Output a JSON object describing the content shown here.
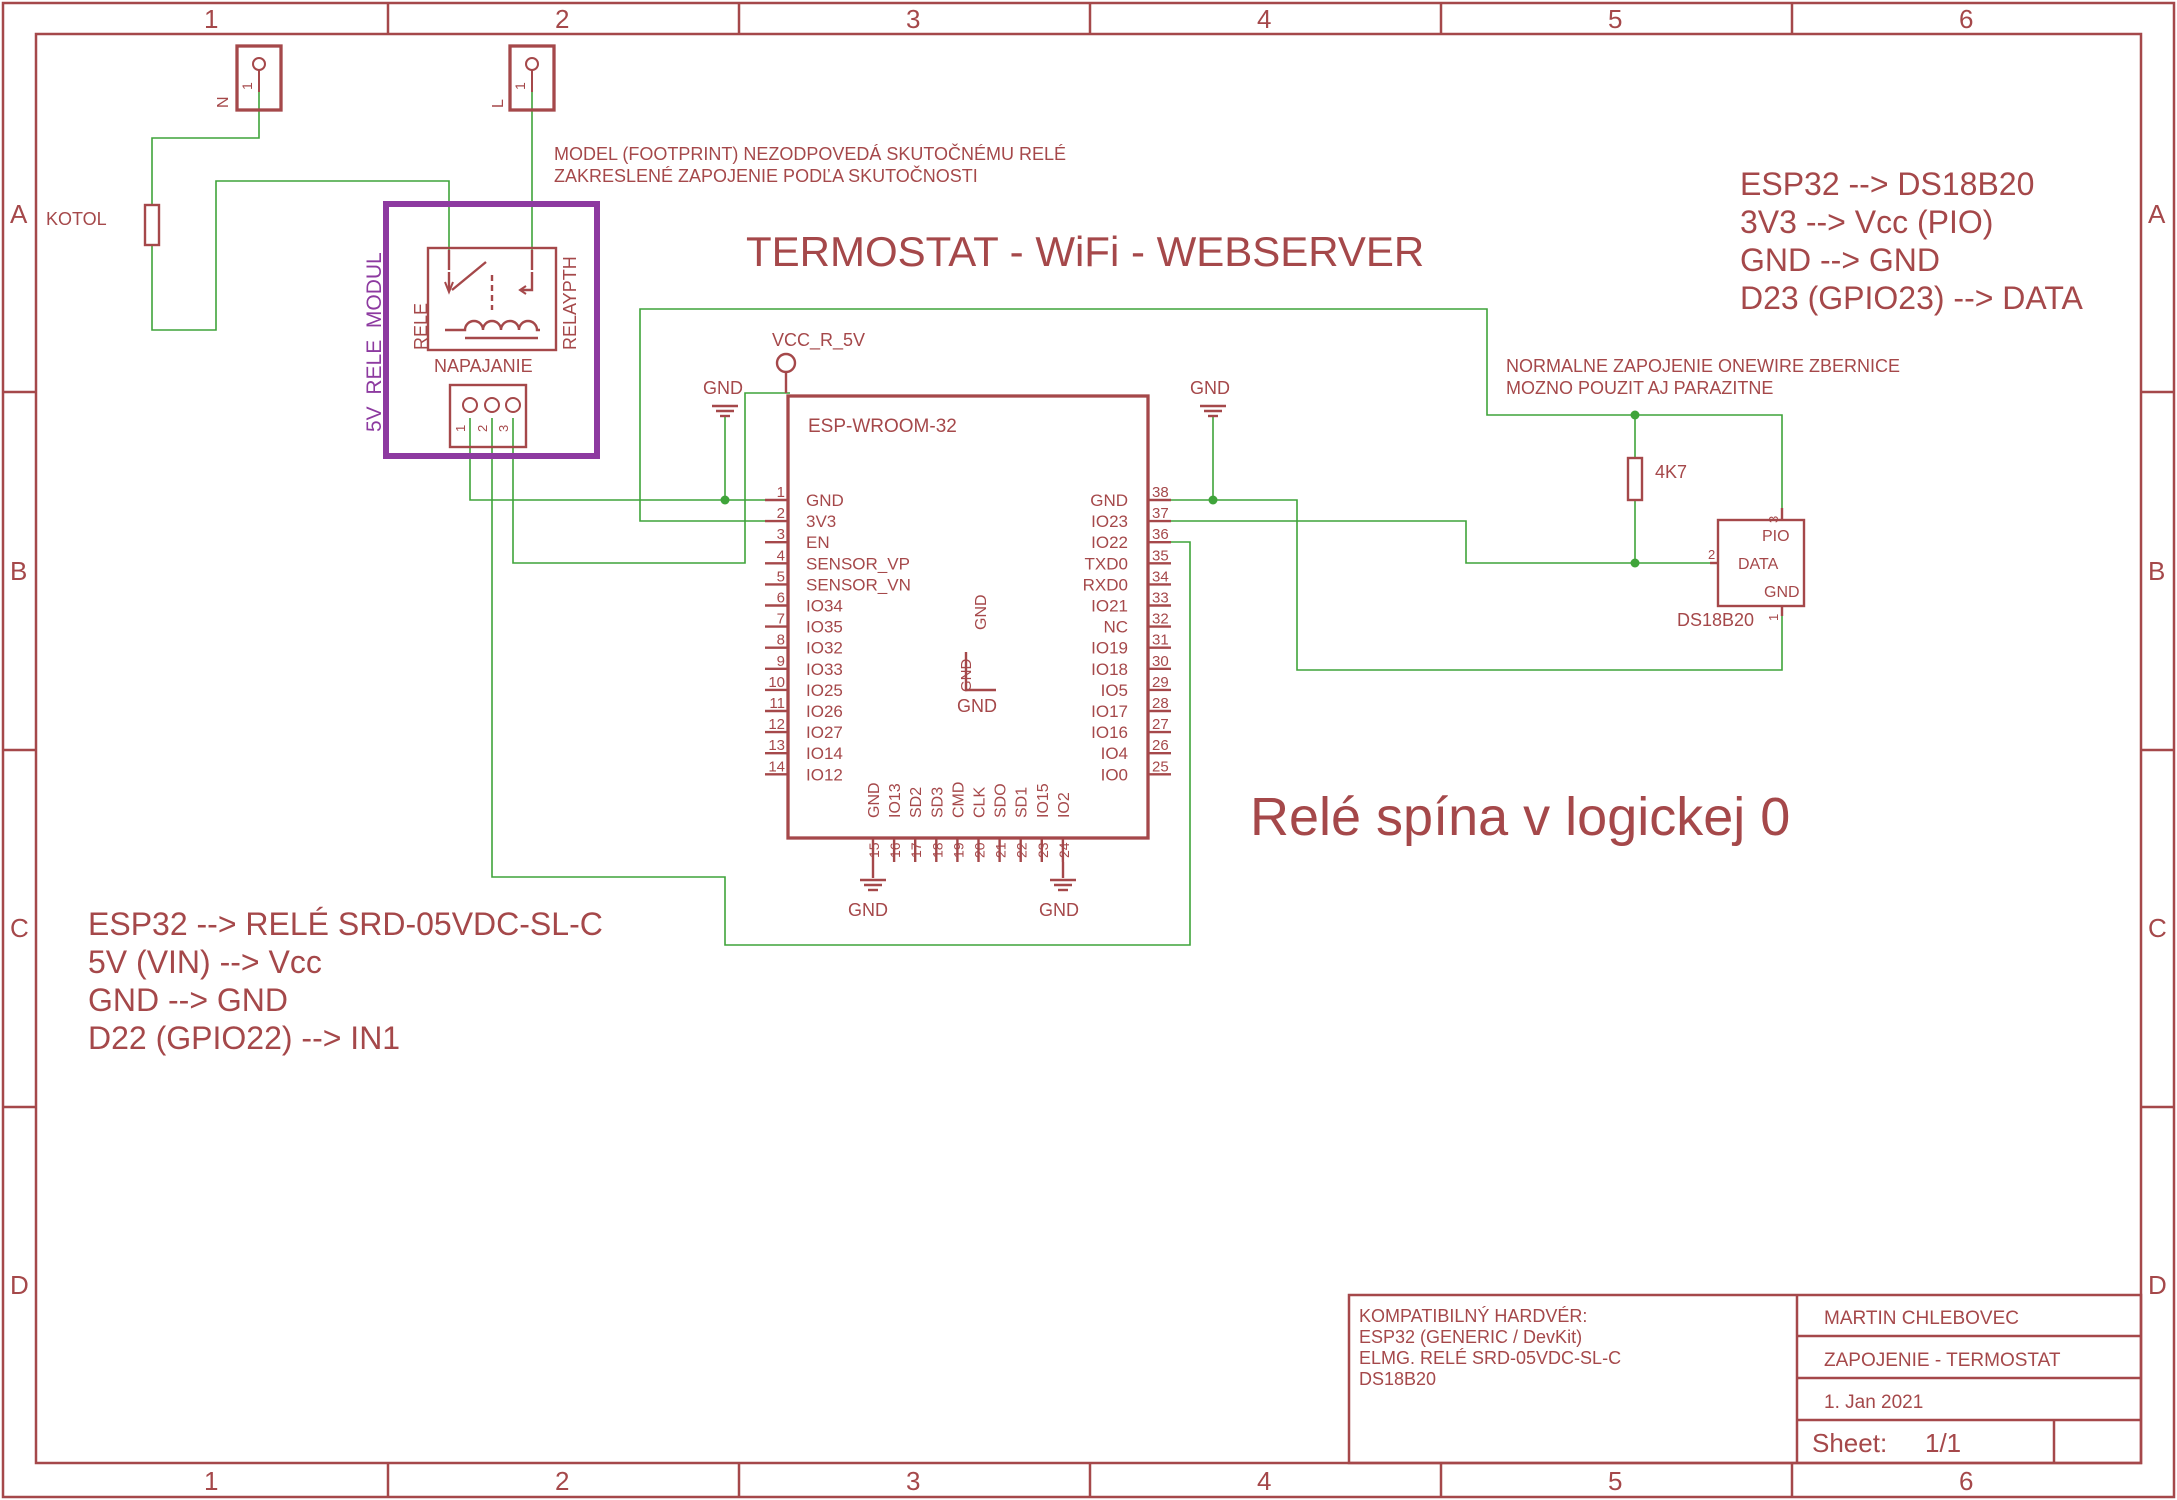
{
  "title": "TERMOSTAT - WiFi - WEBSERVER",
  "frame": {
    "columns": [
      "1",
      "2",
      "3",
      "4",
      "5",
      "6"
    ],
    "rows": [
      "A",
      "B",
      "C",
      "D"
    ]
  },
  "notes": {
    "model_note": [
      "MODEL (FOOTPRINT) NEZODPOVEDÁ SKUTOČNÉMU RELÉ",
      "ZAKRESLENÉ ZAPOJENIE PODĽA SKUTOČNOSTI"
    ],
    "onewire_note": [
      "NORMALNE ZAPOJENIE ONEWIRE ZBERNICE",
      "MOZNO POUZIT AJ PARAZITNE"
    ],
    "ds18b20_conn": [
      "ESP32 --> DS18B20",
      "3V3 --> Vcc (PIO)",
      "GND --> GND",
      "D23 (GPIO23) --> DATA"
    ],
    "relay_conn": [
      "ESP32 --> RELÉ SRD-05VDC-SL-C",
      "5V (VIN) --> Vcc",
      "GND --> GND",
      "D22 (GPIO22) --> IN1"
    ],
    "logic_note": "Relé spína v logickej 0"
  },
  "components": {
    "n_connector": {
      "name": "N",
      "pin": "1"
    },
    "l_connector": {
      "name": "L",
      "pin": "1"
    },
    "kotol": "KOTOL",
    "relay_module": {
      "label": "5V_RELE_MODUL",
      "relay": "RELE",
      "footprint": "RELAYPTH",
      "power": "NAPAJANIE",
      "pins": [
        "1",
        "2",
        "3"
      ]
    },
    "vcc_label": "VCC_R_5V",
    "gnd_label": "GND",
    "esp": {
      "name": "ESP-WROOM-32",
      "left_pins": [
        {
          "num": "1",
          "name": "GND"
        },
        {
          "num": "2",
          "name": "3V3"
        },
        {
          "num": "3",
          "name": "EN"
        },
        {
          "num": "4",
          "name": "SENSOR_VP"
        },
        {
          "num": "5",
          "name": "SENSOR_VN"
        },
        {
          "num": "6",
          "name": "IO34"
        },
        {
          "num": "7",
          "name": "IO35"
        },
        {
          "num": "8",
          "name": "IO32"
        },
        {
          "num": "9",
          "name": "IO33"
        },
        {
          "num": "10",
          "name": "IO25"
        },
        {
          "num": "11",
          "name": "IO26"
        },
        {
          "num": "12",
          "name": "IO27"
        },
        {
          "num": "13",
          "name": "IO14"
        },
        {
          "num": "14",
          "name": "IO12"
        }
      ],
      "right_pins": [
        {
          "num": "38",
          "name": "GND"
        },
        {
          "num": "37",
          "name": "IO23"
        },
        {
          "num": "36",
          "name": "IO22"
        },
        {
          "num": "35",
          "name": "TXD0"
        },
        {
          "num": "34",
          "name": "RXD0"
        },
        {
          "num": "33",
          "name": "IO21"
        },
        {
          "num": "32",
          "name": "NC"
        },
        {
          "num": "31",
          "name": "IO19"
        },
        {
          "num": "30",
          "name": "IO18"
        },
        {
          "num": "29",
          "name": "IO5"
        },
        {
          "num": "28",
          "name": "IO17"
        },
        {
          "num": "27",
          "name": "IO16"
        },
        {
          "num": "26",
          "name": "IO4"
        },
        {
          "num": "25",
          "name": "IO0"
        }
      ],
      "bottom_pins": [
        {
          "num": "15",
          "name": "GND"
        },
        {
          "num": "16",
          "name": "IO13"
        },
        {
          "num": "17",
          "name": "SD2"
        },
        {
          "num": "18",
          "name": "SD3"
        },
        {
          "num": "19",
          "name": "CMD"
        },
        {
          "num": "20",
          "name": "CLK"
        },
        {
          "num": "21",
          "name": "SDO"
        },
        {
          "num": "22",
          "name": "SD1"
        },
        {
          "num": "23",
          "name": "IO15"
        },
        {
          "num": "24",
          "name": "IO2"
        }
      ],
      "center_gnd": "GND"
    },
    "resistor": "4K7",
    "ds18b20": {
      "name": "DS18B20",
      "pins": [
        {
          "num": "3",
          "name": "PIO"
        },
        {
          "num": "2",
          "name": "DATA"
        },
        {
          "num": "1",
          "name": "GND"
        }
      ]
    }
  },
  "titleblock": {
    "hardware": [
      "KOMPATIBILNÝ HARDVÉR:",
      "ESP32 (GENERIC / DevKit)",
      "ELMG. RELÉ SRD-05VDC-SL-C",
      "DS18B20"
    ],
    "author": "MARTIN CHLEBOVEC",
    "drawing": "ZAPOJENIE - TERMOSTAT",
    "date": "1. Jan 2021",
    "sheet_label": "Sheet:",
    "sheet_value": "1/1"
  }
}
